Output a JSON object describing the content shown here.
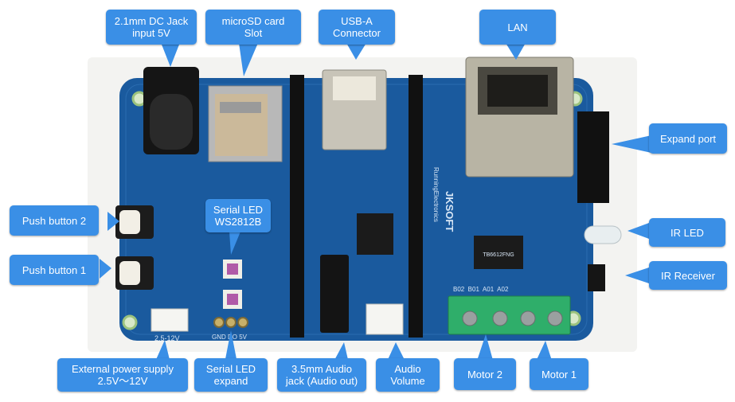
{
  "colors": {
    "callout": "#3a8fe6",
    "board": "#1a5a9e",
    "terminal": "#2fae6a"
  },
  "labels": {
    "dc_jack": "2.1mm DC Jack\ninput 5V",
    "microsd": "microSD card\nSlot",
    "usb_a": "USB-A\nConnector",
    "lan": "LAN",
    "expand_port": "Expand port",
    "push_button_2": "Push button 2",
    "push_button_1": "Push button 1",
    "serial_led": "Serial LED\nWS2812B",
    "ir_led": "IR LED",
    "ir_receiver": "IR Receiver",
    "external_power": "External power supply\n2.5V～12V",
    "serial_led_expand": "Serial LED\nexpand",
    "audio_jack": "3.5mm Audio\njack (Audio out)",
    "audio_volume": "Audio\nVolume",
    "motor_2": "Motor 2",
    "motor_1": "Motor 1"
  },
  "silkscreen": {
    "brand": "JKSOFT",
    "maker": "RunningElectronics",
    "power_range": "2.5-12V",
    "led_pins": "GND DO 5V",
    "motor_terminals": "B02  B01  A01  A02",
    "chip_u4": "TB6612FNG"
  }
}
